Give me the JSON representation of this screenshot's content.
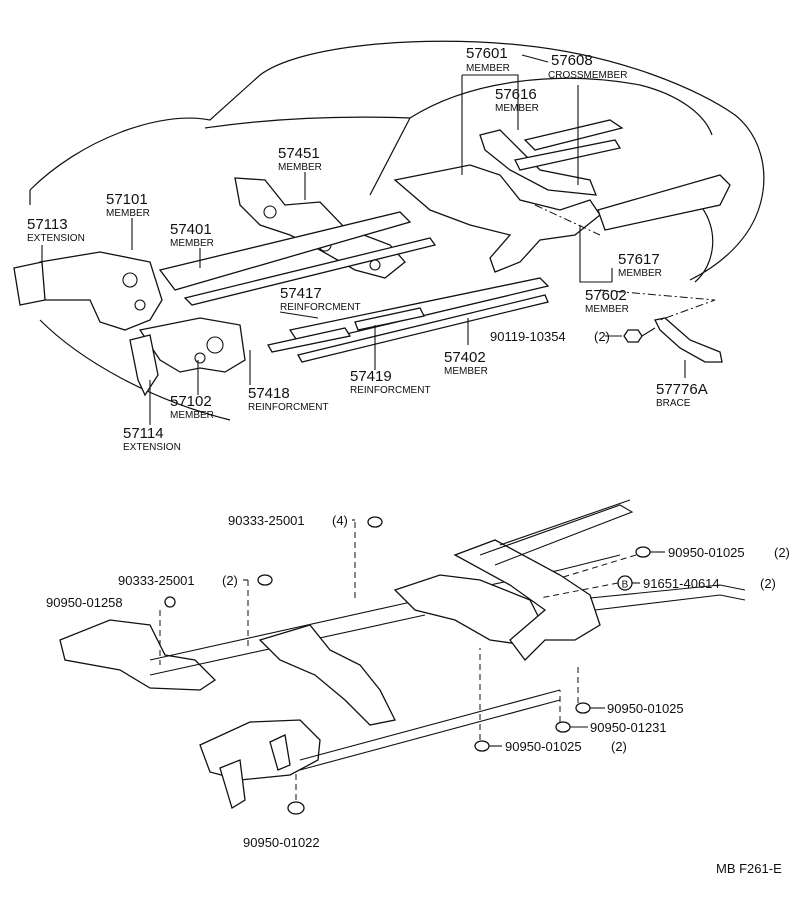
{
  "diagram_id": "MB F261-E",
  "upper_callouts": [
    {
      "key": "p57601",
      "number": "57601",
      "name": "MEMBER"
    },
    {
      "key": "p57608",
      "number": "57608",
      "name": "CROSSMEMBER"
    },
    {
      "key": "p57616",
      "number": "57616",
      "name": "MEMBER"
    },
    {
      "key": "p57451",
      "number": "57451",
      "name": "MEMBER"
    },
    {
      "key": "p57101",
      "number": "57101",
      "name": "MEMBER"
    },
    {
      "key": "p57113",
      "number": "57113",
      "name": "EXTENSION"
    },
    {
      "key": "p57401",
      "number": "57401",
      "name": "MEMBER"
    },
    {
      "key": "p57417",
      "number": "57417",
      "name": "REINFORCMENT"
    },
    {
      "key": "p57617",
      "number": "57617",
      "name": "MEMBER"
    },
    {
      "key": "p57602",
      "number": "57602",
      "name": "MEMBER"
    },
    {
      "key": "p57402",
      "number": "57402",
      "name": "MEMBER"
    },
    {
      "key": "p57419",
      "number": "57419",
      "name": "REINFORCMENT"
    },
    {
      "key": "p57418",
      "number": "57418",
      "name": "REINFORCMENT"
    },
    {
      "key": "p57102",
      "number": "57102",
      "name": "MEMBER"
    },
    {
      "key": "p57114",
      "number": "57114",
      "name": "EXTENSION"
    },
    {
      "key": "p57776A",
      "number": "57776A",
      "name": "BRACE"
    }
  ],
  "bolt": {
    "number": "90119-10354",
    "qty": "(2)"
  },
  "lower_callouts": [
    {
      "key": "c1",
      "number": "90333-25001",
      "qty": "(4)"
    },
    {
      "key": "c2",
      "number": "90333-25001",
      "qty": "(2)"
    },
    {
      "key": "c3",
      "number": "90950-01258",
      "qty": ""
    },
    {
      "key": "c4",
      "number": "90950-01025",
      "qty": "(2)"
    },
    {
      "key": "c5",
      "number": "91651-40614",
      "qty": "(2)",
      "marker": "B"
    },
    {
      "key": "c6",
      "number": "90950-01025",
      "qty": ""
    },
    {
      "key": "c7",
      "number": "90950-01231",
      "qty": ""
    },
    {
      "key": "c8",
      "number": "90950-01025",
      "qty": "(2)"
    },
    {
      "key": "c9",
      "number": "90950-01022",
      "qty": ""
    }
  ]
}
